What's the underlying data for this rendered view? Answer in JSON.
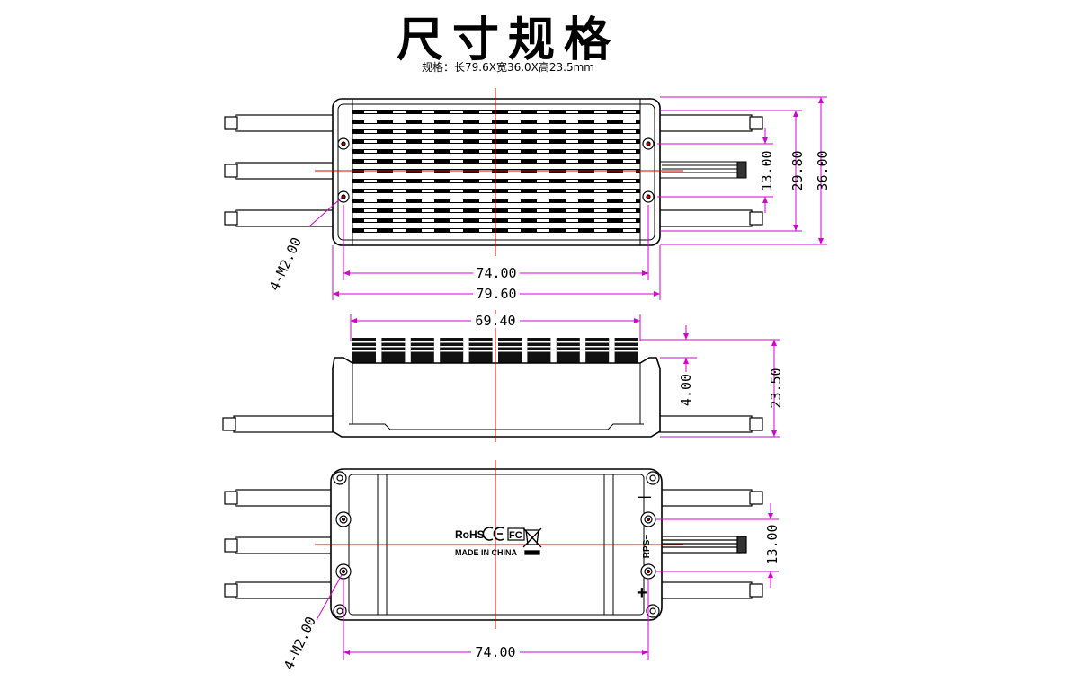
{
  "title": "尺寸规格",
  "subtitle": "规格：长79.6X宽36.0X高23.5mm",
  "top_view": {
    "dim_inner_width": "74.00",
    "dim_outer_width": "79.60",
    "dim_signal_pitch": "13.00",
    "dim_body_height": "29.80",
    "dim_total_height": "36.00",
    "hole_callout": "4-M2.00"
  },
  "side_view": {
    "dim_fin_width": "69.40",
    "dim_fin_height": "4.00",
    "dim_total_height": "23.50"
  },
  "bottom_view": {
    "dim_hole_pitch": "74.00",
    "dim_signal_pitch": "13.00",
    "hole_callout": "4-M2.00",
    "markings": {
      "rohs": "RoHS",
      "ce": "CE",
      "fc": "FC",
      "made_in": "MADE IN CHINA",
      "minus": "—",
      "plus": "+",
      "signal": "RPS~"
    }
  },
  "colors": {
    "outline": "#000000",
    "dimension": "#d400d4",
    "centerline": "#e00000"
  }
}
